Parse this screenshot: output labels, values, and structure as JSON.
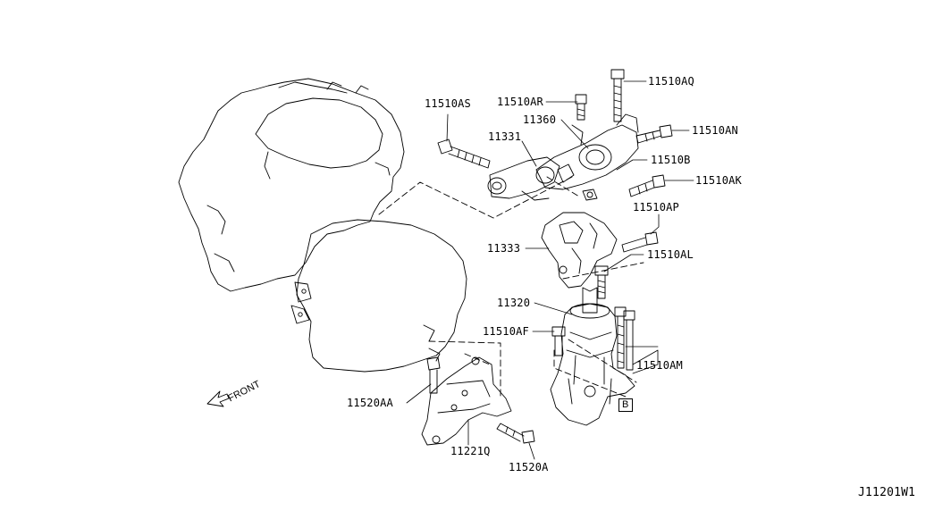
{
  "diagram": {
    "figure_code": "J11201W1",
    "front_label": "FRONT",
    "section_marker": "B",
    "part_labels": {
      "p11510AQ": "11510AQ",
      "p11510AR": "11510AR",
      "p11510AS": "11510AS",
      "p11360": "11360",
      "p11331": "11331",
      "p11510AN": "11510AN",
      "p11510B": "11510B",
      "p11510AK": "11510AK",
      "p11510AP": "11510AP",
      "p11333": "11333",
      "p11510AL": "11510AL",
      "p11320": "11320",
      "p11510AF": "11510AF",
      "p11510AM": "11510AM",
      "p11520AA": "11520AA",
      "p11221Q": "11221Q",
      "p11520A": "11520A"
    }
  }
}
